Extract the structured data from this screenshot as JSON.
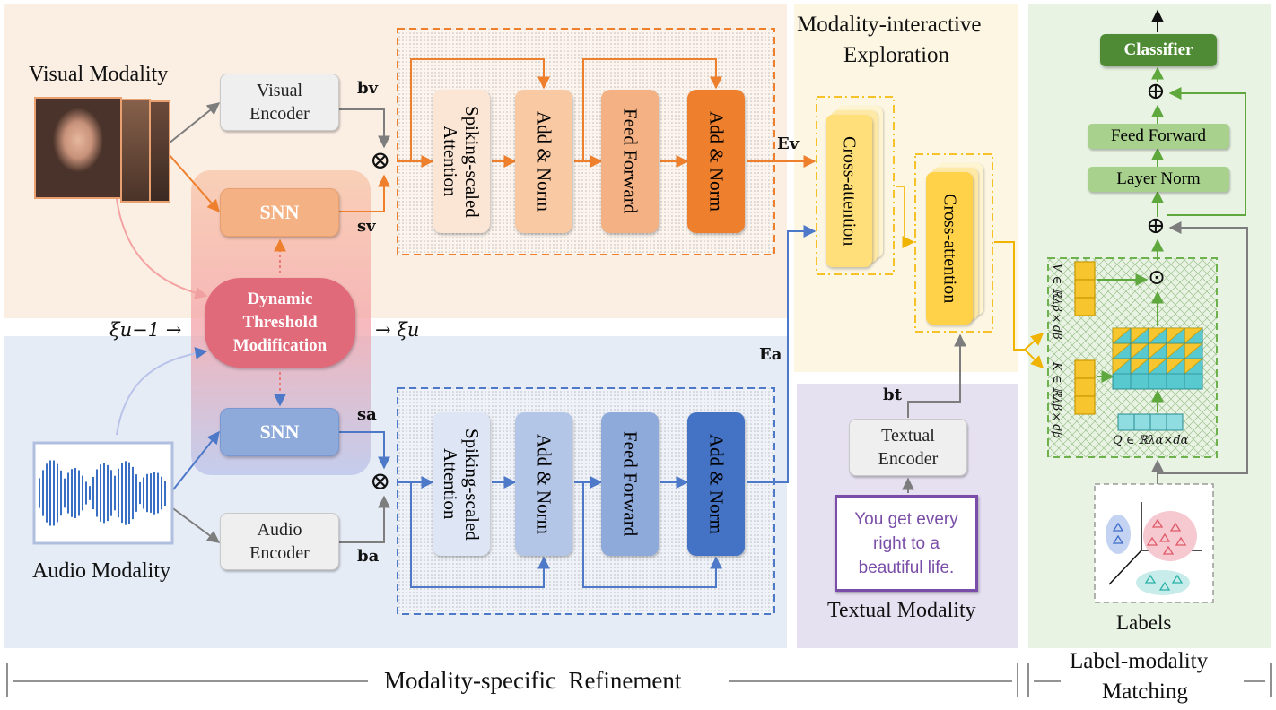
{
  "sections": {
    "modality_interactive": "Modality-interactive",
    "exploration": "Exploration",
    "refinement": "Modality-specific  Refinement",
    "label_modality": "Label-modality",
    "matching": "Matching"
  },
  "inputs": {
    "visual_modality": "Visual Modality",
    "audio_modality": "Audio Modality",
    "textual_modality": "Textual Modality",
    "labels": "Labels",
    "text_sample": "You get every right to a beautiful life."
  },
  "encoders": {
    "visual": "Visual Encoder",
    "audio": "Audio Encoder",
    "textual": "Textual Encoder"
  },
  "snn": {
    "visual": "SNN",
    "audio": "SNN"
  },
  "dtm": "Dynamic Threshold Modification",
  "transformer": {
    "spiking": "Spiking-scaled Attention",
    "add_norm": "Add & Norm",
    "feed_forward": "Feed Forward"
  },
  "cross_attention": "Cross-attention",
  "head": {
    "classifier": "Classifier",
    "feed_forward": "Feed Forward",
    "layer_norm": "Layer Norm"
  },
  "symbols": {
    "otimes": "⊗",
    "oplus": "⊕",
    "odot": "⊙",
    "xi_prev": "ξu−1 →",
    "xi_next": "→ ξu",
    "bv": "bv",
    "sv": "sv",
    "ba": "ba",
    "sa": "sa",
    "bt": "bt",
    "Ev": "Ev",
    "Ea": "Ea",
    "V_dim": "V ∈ ℝλβ×dβ",
    "K_dim": "K ∈ ℝλβ×dβ",
    "Q_dim": "Q ∈ ℝλα×dα"
  },
  "colors": {
    "visual_bg": "#fbeee3",
    "audio_bg": "#e6ecf6",
    "interactive_bg": "#fdf6e3",
    "text_bg": "#e6e1f1",
    "label_bg": "#e8f3e3",
    "orange": "#ee7f2d",
    "blue": "#4d79c8",
    "green": "#5a9a3c",
    "yellow": "#f5c22a"
  }
}
